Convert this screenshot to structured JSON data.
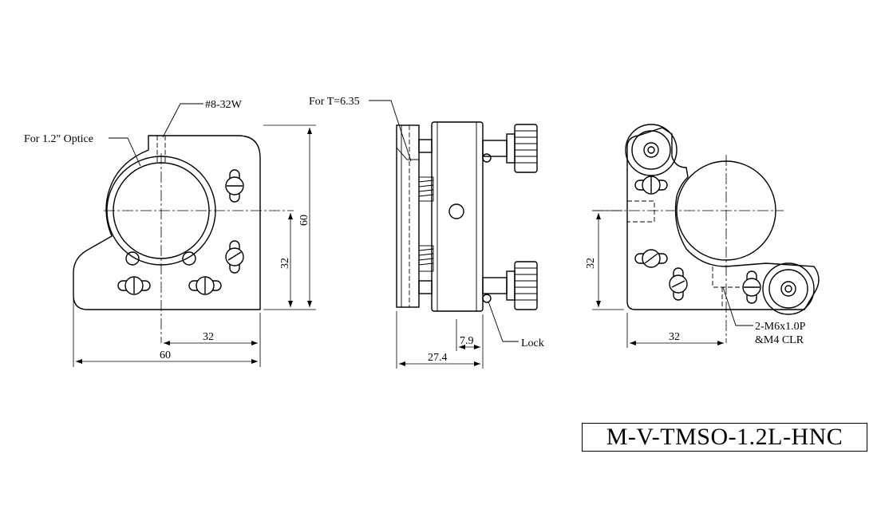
{
  "front_view": {
    "callout_optic": "For 1.2\" Optice",
    "callout_thread": "#8-32W",
    "dim_height": "60",
    "dim_center_height": "32",
    "dim_center_width": "32",
    "dim_width": "60"
  },
  "side_view": {
    "callout_thickness": "For T=6.35",
    "dim_depth": "27.4",
    "dim_offset": "7.9",
    "callout_lock": "Lock"
  },
  "rear_view": {
    "dim_center_height": "32",
    "dim_center_width": "32",
    "callout_holes_line1": "2-M6x1.0P",
    "callout_holes_line2": "&M4 CLR"
  },
  "model_number": "M-V-TMSO-1.2L-HNC"
}
